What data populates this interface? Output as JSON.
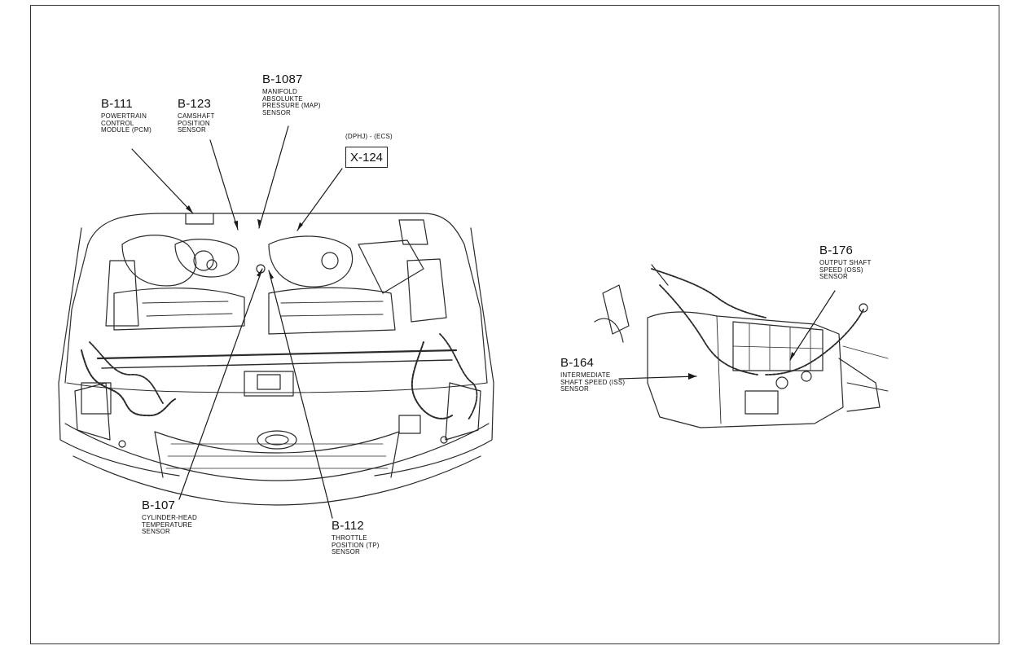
{
  "callouts": [
    {
      "id": "b111",
      "code": "B-111",
      "desc": "POWERTRAIN\nCONTROL\nMODULE (PCM)"
    },
    {
      "id": "b123",
      "code": "B-123",
      "desc": "CAMSHAFT\nPOSITION\nSENSOR"
    },
    {
      "id": "b1087",
      "code": "B-1087",
      "desc": "MANIFOLD\nABSOLUKTE\nPRESSURE (MAP)\nSENSOR"
    },
    {
      "id": "b107",
      "code": "B-107",
      "desc": "CYLINDER-HEAD\nTEMPERATURE\nSENSOR"
    },
    {
      "id": "b112",
      "code": "B-112",
      "desc": "THROTTLE\nPOSITION (TP)\nSENSOR"
    },
    {
      "id": "b164",
      "code": "B-164",
      "desc": "INTERMEDIATE\nSHAFT SPEED (ISS)\nSENSOR"
    },
    {
      "id": "b176",
      "code": "B-176",
      "desc": "OUTPUT SHAFT\nSPEED (OSS)\nSENSOR"
    }
  ],
  "connector": {
    "note": "(DPHJ) - (ECS)",
    "code": "X-124"
  },
  "colors": {
    "ink": "#222222",
    "paper": "#ffffff"
  }
}
